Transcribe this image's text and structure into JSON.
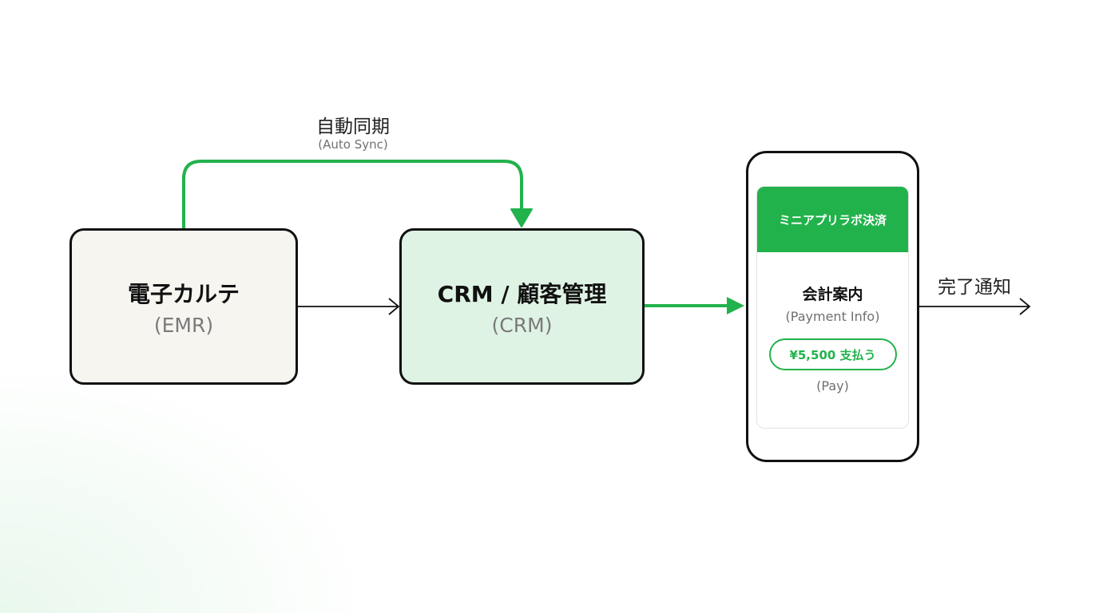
{
  "colors": {
    "accent": "#22b24c",
    "outline": "#111111",
    "emr_fill": "#f7f5f0",
    "crm_fill": "#dff3e4"
  },
  "sync_label": {
    "main": "自動同期",
    "sub": "(Auto Sync)"
  },
  "emr": {
    "title": "電子カルテ",
    "sub": "(EMR)"
  },
  "crm": {
    "title": "CRM / 顧客管理",
    "sub": "(CRM)"
  },
  "phone": {
    "header": "ミニアプリラボ決済",
    "title": "会計案内",
    "subtitle": "(Payment Info)",
    "pay_button": "¥5,500 支払う",
    "pay_sub": "(Pay)"
  },
  "complete_label": "完了通知"
}
